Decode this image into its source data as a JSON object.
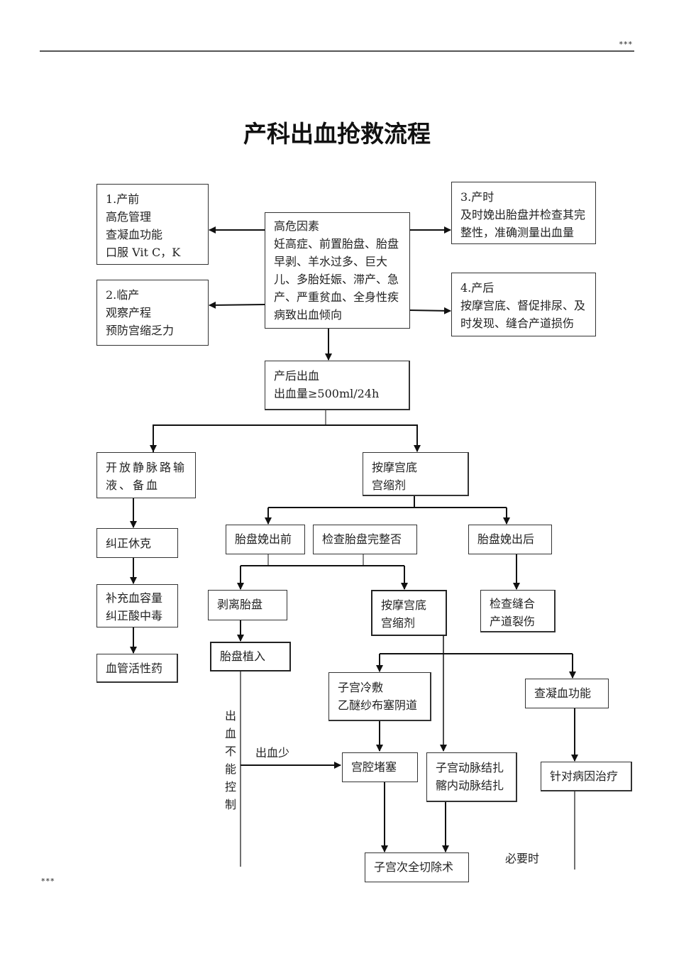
{
  "header": {
    "mark": "***"
  },
  "footer": {
    "mark": "***"
  },
  "title": "产科出血抢救流程",
  "nodes": {
    "antepartum": "1.产前\n高危管理\n查凝血功能\n口服 Vit C，K",
    "labor": "2.临产\n观察产程\n预防宫缩乏力",
    "risk_factors": "高危因素\n妊高症、前置胎盘、胎盘早剥、羊水过多、巨大儿、多胎妊娠、滞产、急产、严重贫血、全身性疾病致出血倾向",
    "delivery": "3.产时\n及时娩出胎盘并检查其完整性，准确测量出血量",
    "postpartum": "4.产后\n按摩宫底、督促排尿、及时发现、缝合产道损伤",
    "pph": "产后出血\n出血量≥500ml/24h",
    "iv_access": "开放静脉路输液、备血",
    "massage_top": "按摩宫底\n宫缩剂",
    "correct_shock": "纠正休克",
    "volume": "补充血容量\n纠正酸中毒",
    "vasoactive": "血管活性药",
    "before_placenta": "胎盘娩出前",
    "check_placenta": "检查胎盘完整否",
    "after_placenta": "胎盘娩出后",
    "manual_removal": "剥离胎盘",
    "massage_mid": "按摩宫底\n宫缩剂",
    "check_suture": "检查缝合\n产道裂伤",
    "accreta": "胎盘植入",
    "cold_pack": "子宫冷敷\n乙醚纱布塞阴道",
    "coagulation": "查凝血功能",
    "packing": "宫腔堵塞",
    "ligation": "子宫动脉结扎\n髂内动脉结扎",
    "treat_cause": "针对病因治疗",
    "hysterectomy": "子宫次全切除术"
  },
  "labels": {
    "uncontrolled": "出血不能控制",
    "less_bleeding": "出血少",
    "when_necessary": "必要时"
  }
}
